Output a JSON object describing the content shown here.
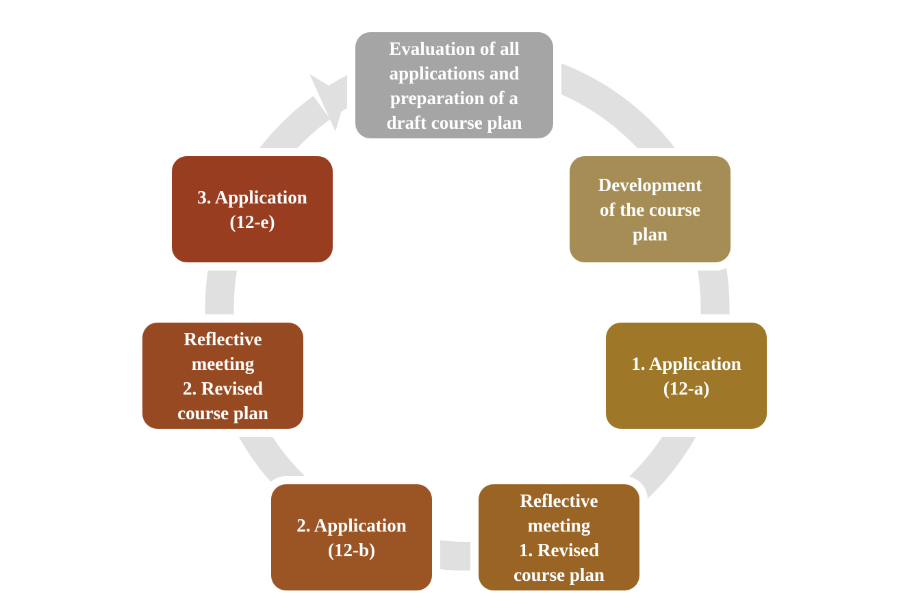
{
  "colors": {
    "ring": "#e0e0e0",
    "evaluation": "#a5a5a5",
    "development": "#a58d55",
    "application1": "#9e7828",
    "reflective1": "#9a6524",
    "application2": "#9b5424",
    "reflective2": "#974a22",
    "application3": "#983d20"
  },
  "steps": [
    {
      "id": "evaluation",
      "text": "Evaluation of all\napplications and\npreparation of a\ndraft course plan"
    },
    {
      "id": "development",
      "text": "Development\nof the course\nplan"
    },
    {
      "id": "application1",
      "text": "1. Application\n(12-a)"
    },
    {
      "id": "reflective1",
      "text": "Reflective\nmeeting\n1. Revised\ncourse plan"
    },
    {
      "id": "application2",
      "text": "2. Application\n(12-b)"
    },
    {
      "id": "reflective2",
      "text": "Reflective\nmeeting\n2. Revised\ncourse plan"
    },
    {
      "id": "application3",
      "text": "3. Application\n(12-e)"
    }
  ]
}
